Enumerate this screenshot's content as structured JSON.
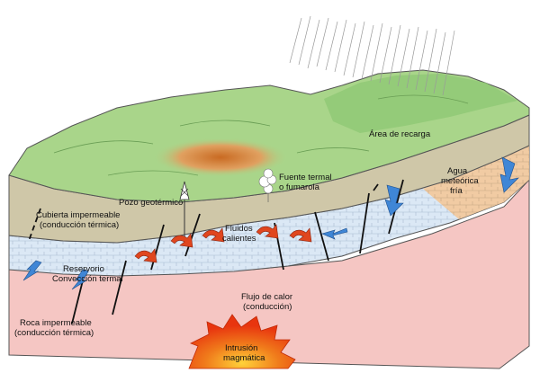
{
  "labels": {
    "recharge_area": "Área de recarga",
    "hot_spring_line1": "Fuente termal",
    "hot_spring_line2": "o fumarola",
    "geothermal_well": "Pozo geotérmico",
    "meteoric_water_line1": "Agua",
    "meteoric_water_line2": "meteórica",
    "meteoric_water_line3": "fría",
    "hot_fluids_line1": "Fluidos",
    "hot_fluids_line2": "calientes",
    "caprock_line1": "Cubierta impermeable",
    "caprock_line2": "(conducción térmica)",
    "reservoir_line1": "Reservorio",
    "reservoir_line2": "Convección termal",
    "heat_flow_line1": "Flujo de calor",
    "heat_flow_line2": "(conducción)",
    "impermeable_rock_line1": "Roca impermeable",
    "impermeable_rock_line2": "(conducción térmica)",
    "magma_line1": "Intrusión",
    "magma_line2": "magmática"
  },
  "colors": {
    "surface_green": "#a9d58a",
    "surface_dark_green": "#7fbf66",
    "thermal_anomaly": "#d98a3c",
    "caprock": "#cfc7a8",
    "reservoir": "#dbe8f5",
    "reservoir_brick": "#f3c89a",
    "basement": "#f5c6c3",
    "magma": "#e8350f",
    "cold_arrow": "#3f86d6",
    "hot_arrow": "#e0461e",
    "rain": "#9a9a9a"
  },
  "icons": [
    "rain-cloud-icon",
    "well-derrick-icon",
    "steam-plume-icon",
    "cold-water-arrow-icon",
    "hot-fluid-arrow-icon",
    "magma-burst-icon"
  ]
}
